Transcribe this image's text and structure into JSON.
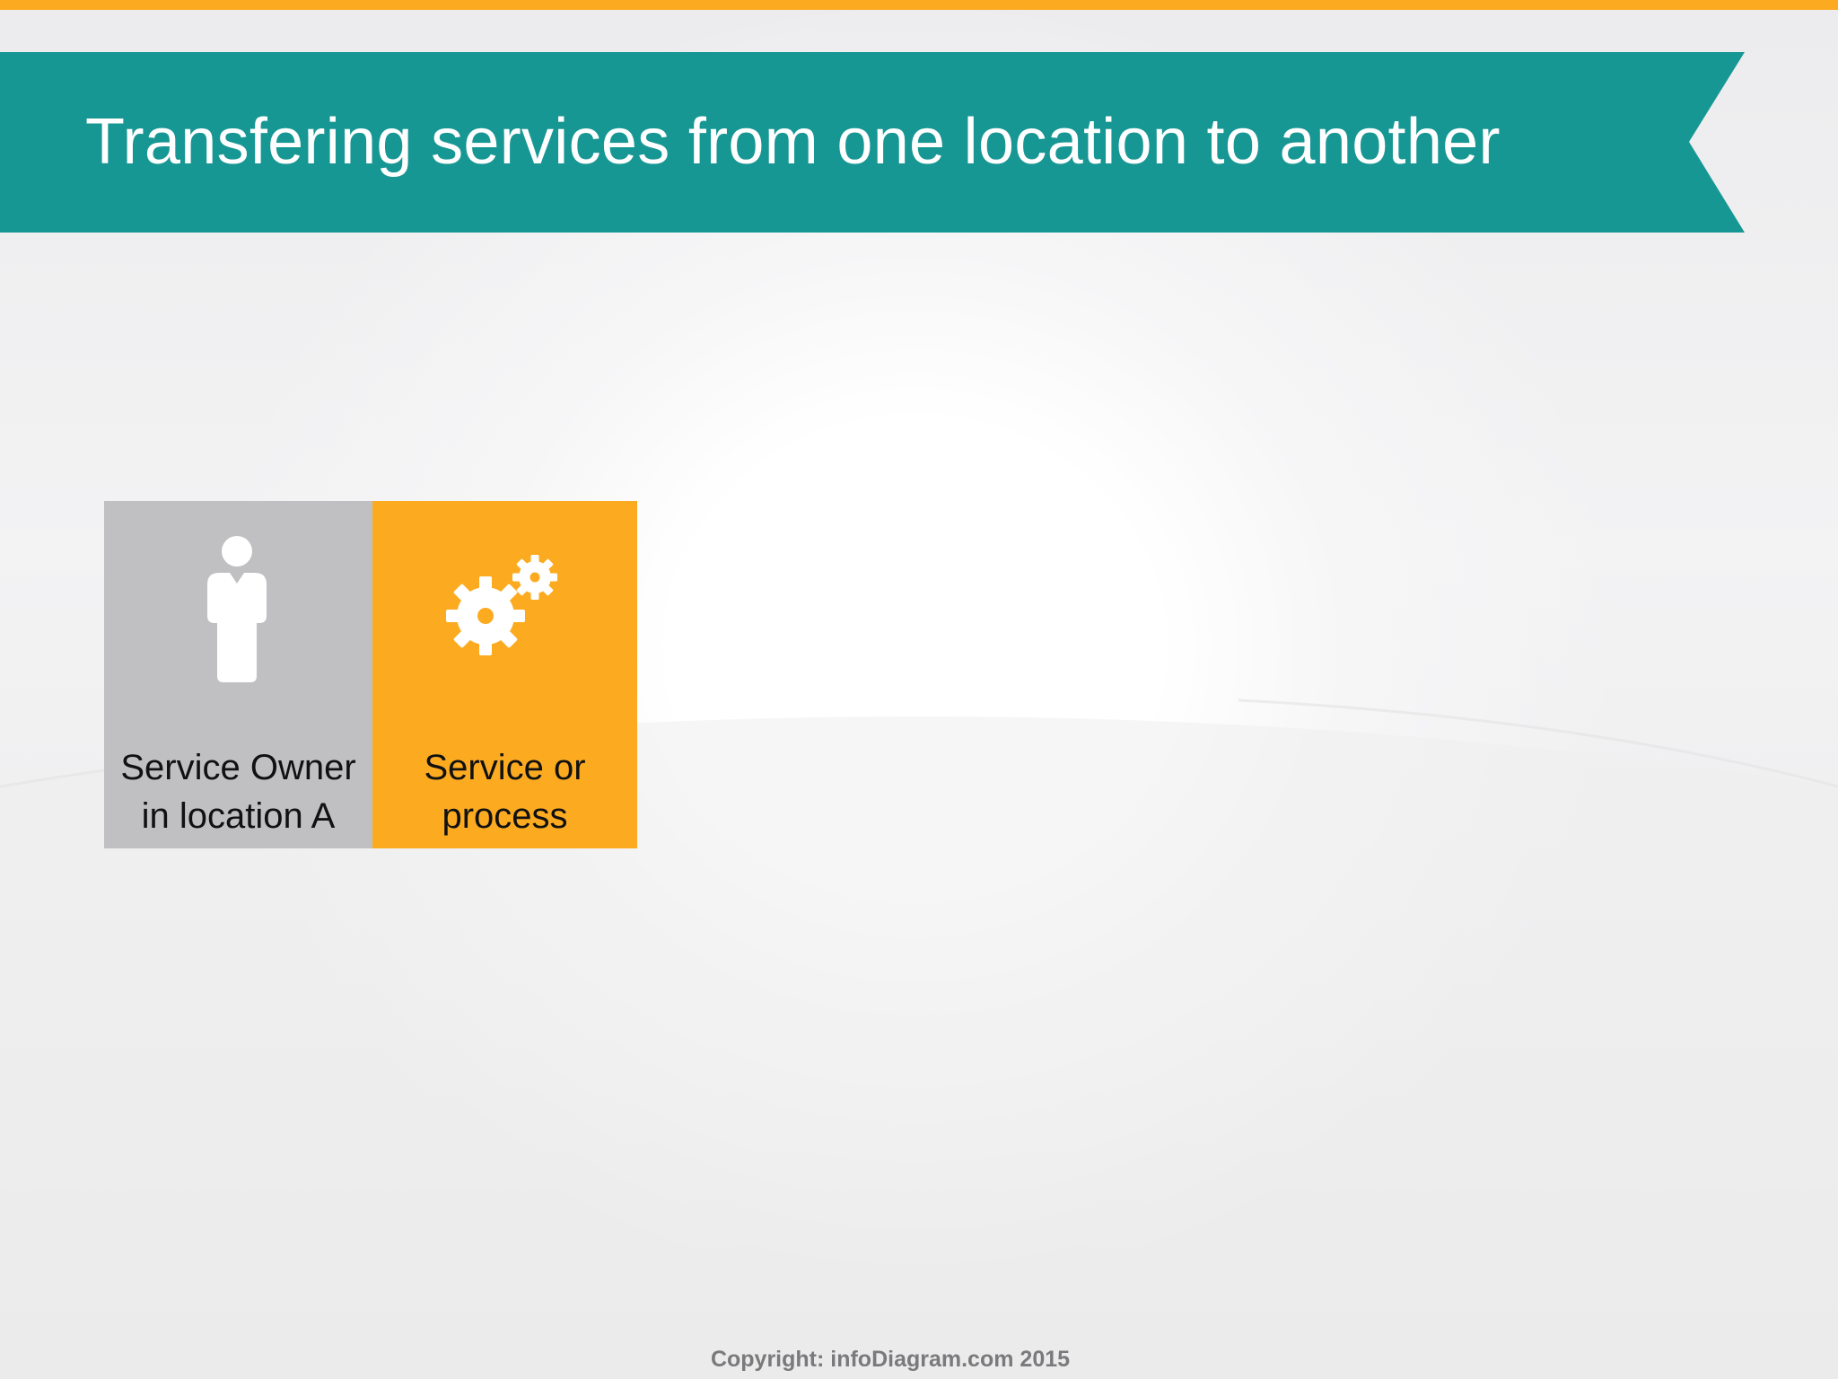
{
  "slide": {
    "title": "Transfering services from one location to another",
    "copyright": "Copyright: infoDiagram.com 2015"
  },
  "colors": {
    "accent_orange": "#fcab21",
    "banner_teal": "#179794",
    "owner_tile_gray": "#c0bfc2",
    "background": "#e9e9eb"
  },
  "tiles": [
    {
      "icon": "person-icon",
      "label_line1": "Service Owner",
      "label_line2": "in location A"
    },
    {
      "icon": "gears-icon",
      "label_line1": "Service or",
      "label_line2": "process"
    }
  ]
}
